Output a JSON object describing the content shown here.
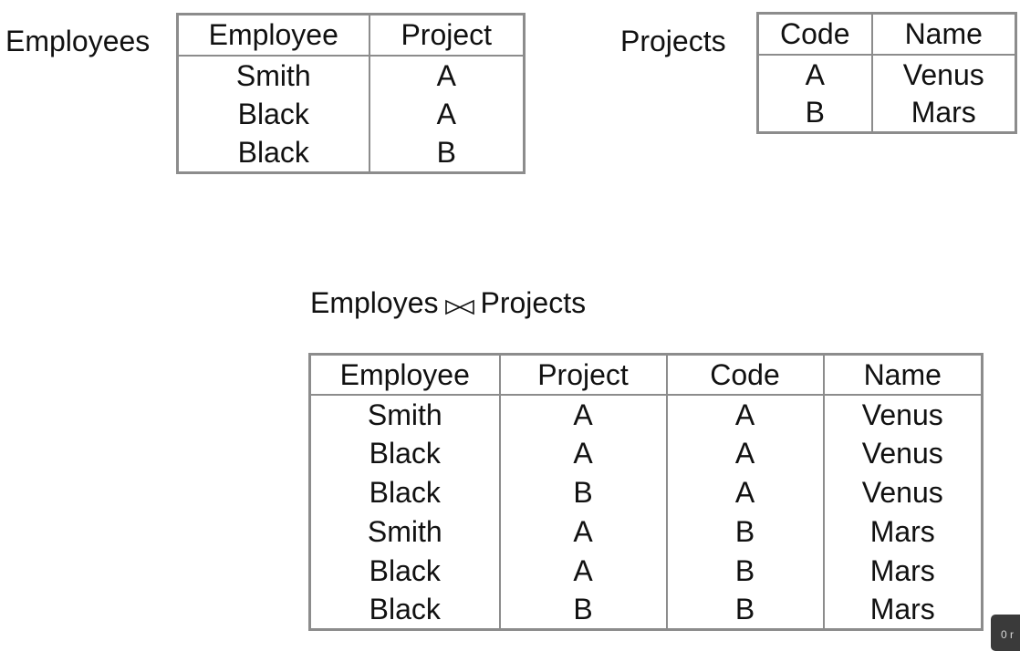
{
  "employees": {
    "caption": "Employees",
    "columns": [
      "Employee",
      "Project"
    ],
    "rows": [
      [
        "Smith",
        "A"
      ],
      [
        "Black",
        "A"
      ],
      [
        "Black",
        "B"
      ]
    ]
  },
  "projects": {
    "caption": "Projects",
    "columns": [
      "Code",
      "Name"
    ],
    "rows": [
      [
        "A",
        "Venus"
      ],
      [
        "B",
        "Mars"
      ]
    ]
  },
  "join": {
    "left_operand": "Employes",
    "right_operand": "Projects",
    "operator_icon": "bowtie-join-icon",
    "columns": [
      "Employee",
      "Project",
      "Code",
      "Name"
    ],
    "rows": [
      [
        "Smith",
        "A",
        "A",
        "Venus"
      ],
      [
        "Black",
        "A",
        "A",
        "Venus"
      ],
      [
        "Black",
        "B",
        "A",
        "Venus"
      ],
      [
        "Smith",
        "A",
        "B",
        "Mars"
      ],
      [
        "Black",
        "A",
        "B",
        "Mars"
      ],
      [
        "Black",
        "B",
        "B",
        "Mars"
      ]
    ]
  },
  "corner_tab": {
    "text": "0 r"
  },
  "colors": {
    "border": "#8c8c8c",
    "text": "#111111",
    "corner_tab": "#3a3a3a"
  }
}
